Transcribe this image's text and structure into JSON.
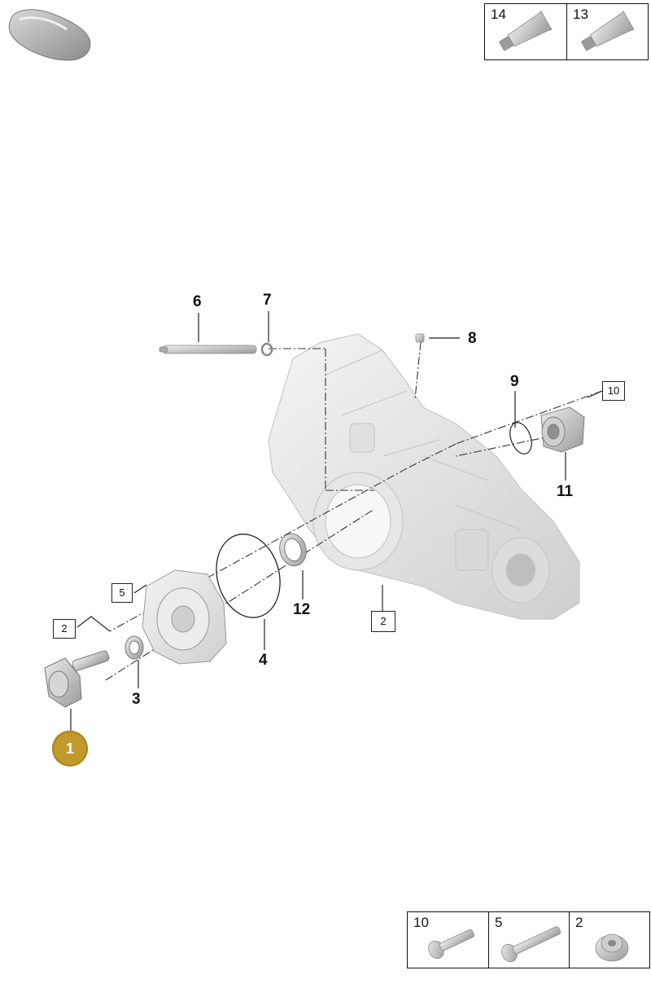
{
  "supplies": [
    {
      "number": "14",
      "icon": "grease-tube-icon"
    },
    {
      "number": "13",
      "icon": "grease-tube-icon"
    }
  ],
  "diagram": {
    "callouts": [
      {
        "id": "6",
        "label": "6"
      },
      {
        "id": "7",
        "label": "7"
      },
      {
        "id": "8",
        "label": "8"
      },
      {
        "id": "9",
        "label": "9"
      },
      {
        "id": "11",
        "label": "11"
      },
      {
        "id": "12",
        "label": "12"
      },
      {
        "id": "4",
        "label": "4"
      },
      {
        "id": "3",
        "label": "3"
      }
    ],
    "boxed_refs": [
      {
        "id": "10",
        "label": "10"
      },
      {
        "id": "5",
        "label": "5"
      },
      {
        "id": "2a",
        "label": "2"
      },
      {
        "id": "2b",
        "label": "2"
      }
    ],
    "highlight": {
      "label": "1",
      "color": "#c29a2c"
    }
  },
  "fasteners": [
    {
      "number": "10",
      "icon": "bolt-icon"
    },
    {
      "number": "5",
      "icon": "long-bolt-icon"
    },
    {
      "number": "2",
      "icon": "flanged-nut-icon"
    }
  ]
}
